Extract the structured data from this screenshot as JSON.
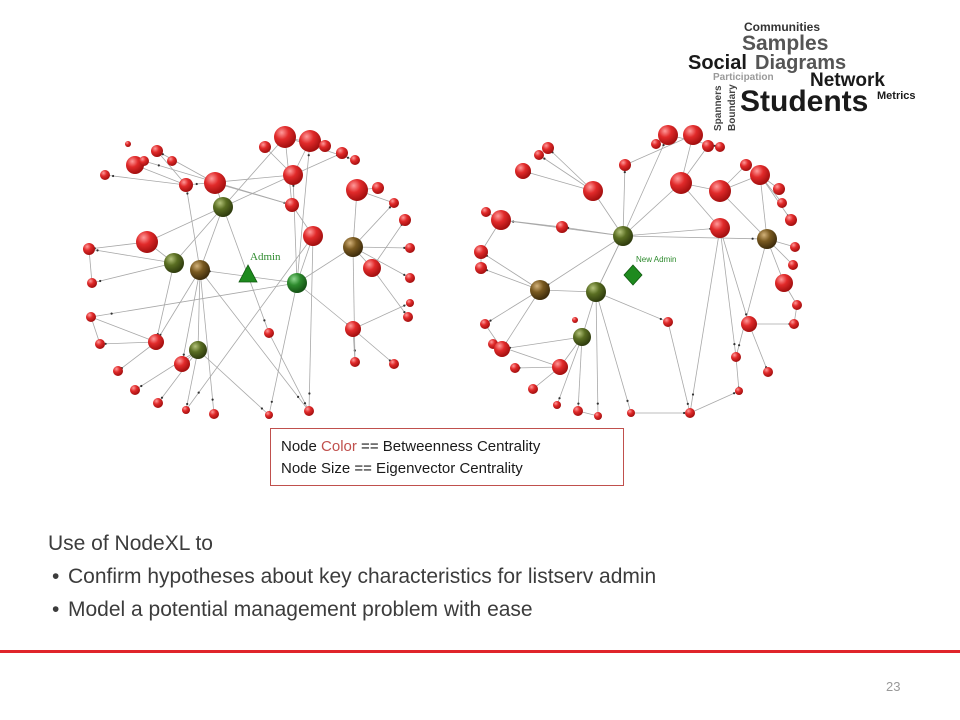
{
  "wordcloud": {
    "words": [
      "Communities",
      "Samples",
      "Social",
      "Diagrams",
      "Participation",
      "Network",
      "Metrics",
      "Spanners",
      "Boundary",
      "Students"
    ]
  },
  "diagram_left": {
    "label": "Admin"
  },
  "diagram_right": {
    "label": "New Admin"
  },
  "legend": {
    "line1_prefix": "Node ",
    "line1_highlight": "Color",
    "line1_suffix": " == Betweenness  Centrality",
    "line2": "Node Size == Eigenvector Centrality"
  },
  "body": {
    "intro": "Use of NodeXL to",
    "bullets": [
      "Confirm hypotheses about key characteristics for listserv admin",
      "Model a potential management problem with ease"
    ]
  },
  "footer": {
    "page_number": "23"
  },
  "colors": {
    "accent_red": "#e0242a",
    "node_red": "#e12a2a",
    "node_green": "#2e8b2e",
    "node_olive": "#5a6e22",
    "node_brown": "#7a5a20",
    "edge_gray": "#a8a8a8",
    "legend_border": "#c0504d"
  }
}
